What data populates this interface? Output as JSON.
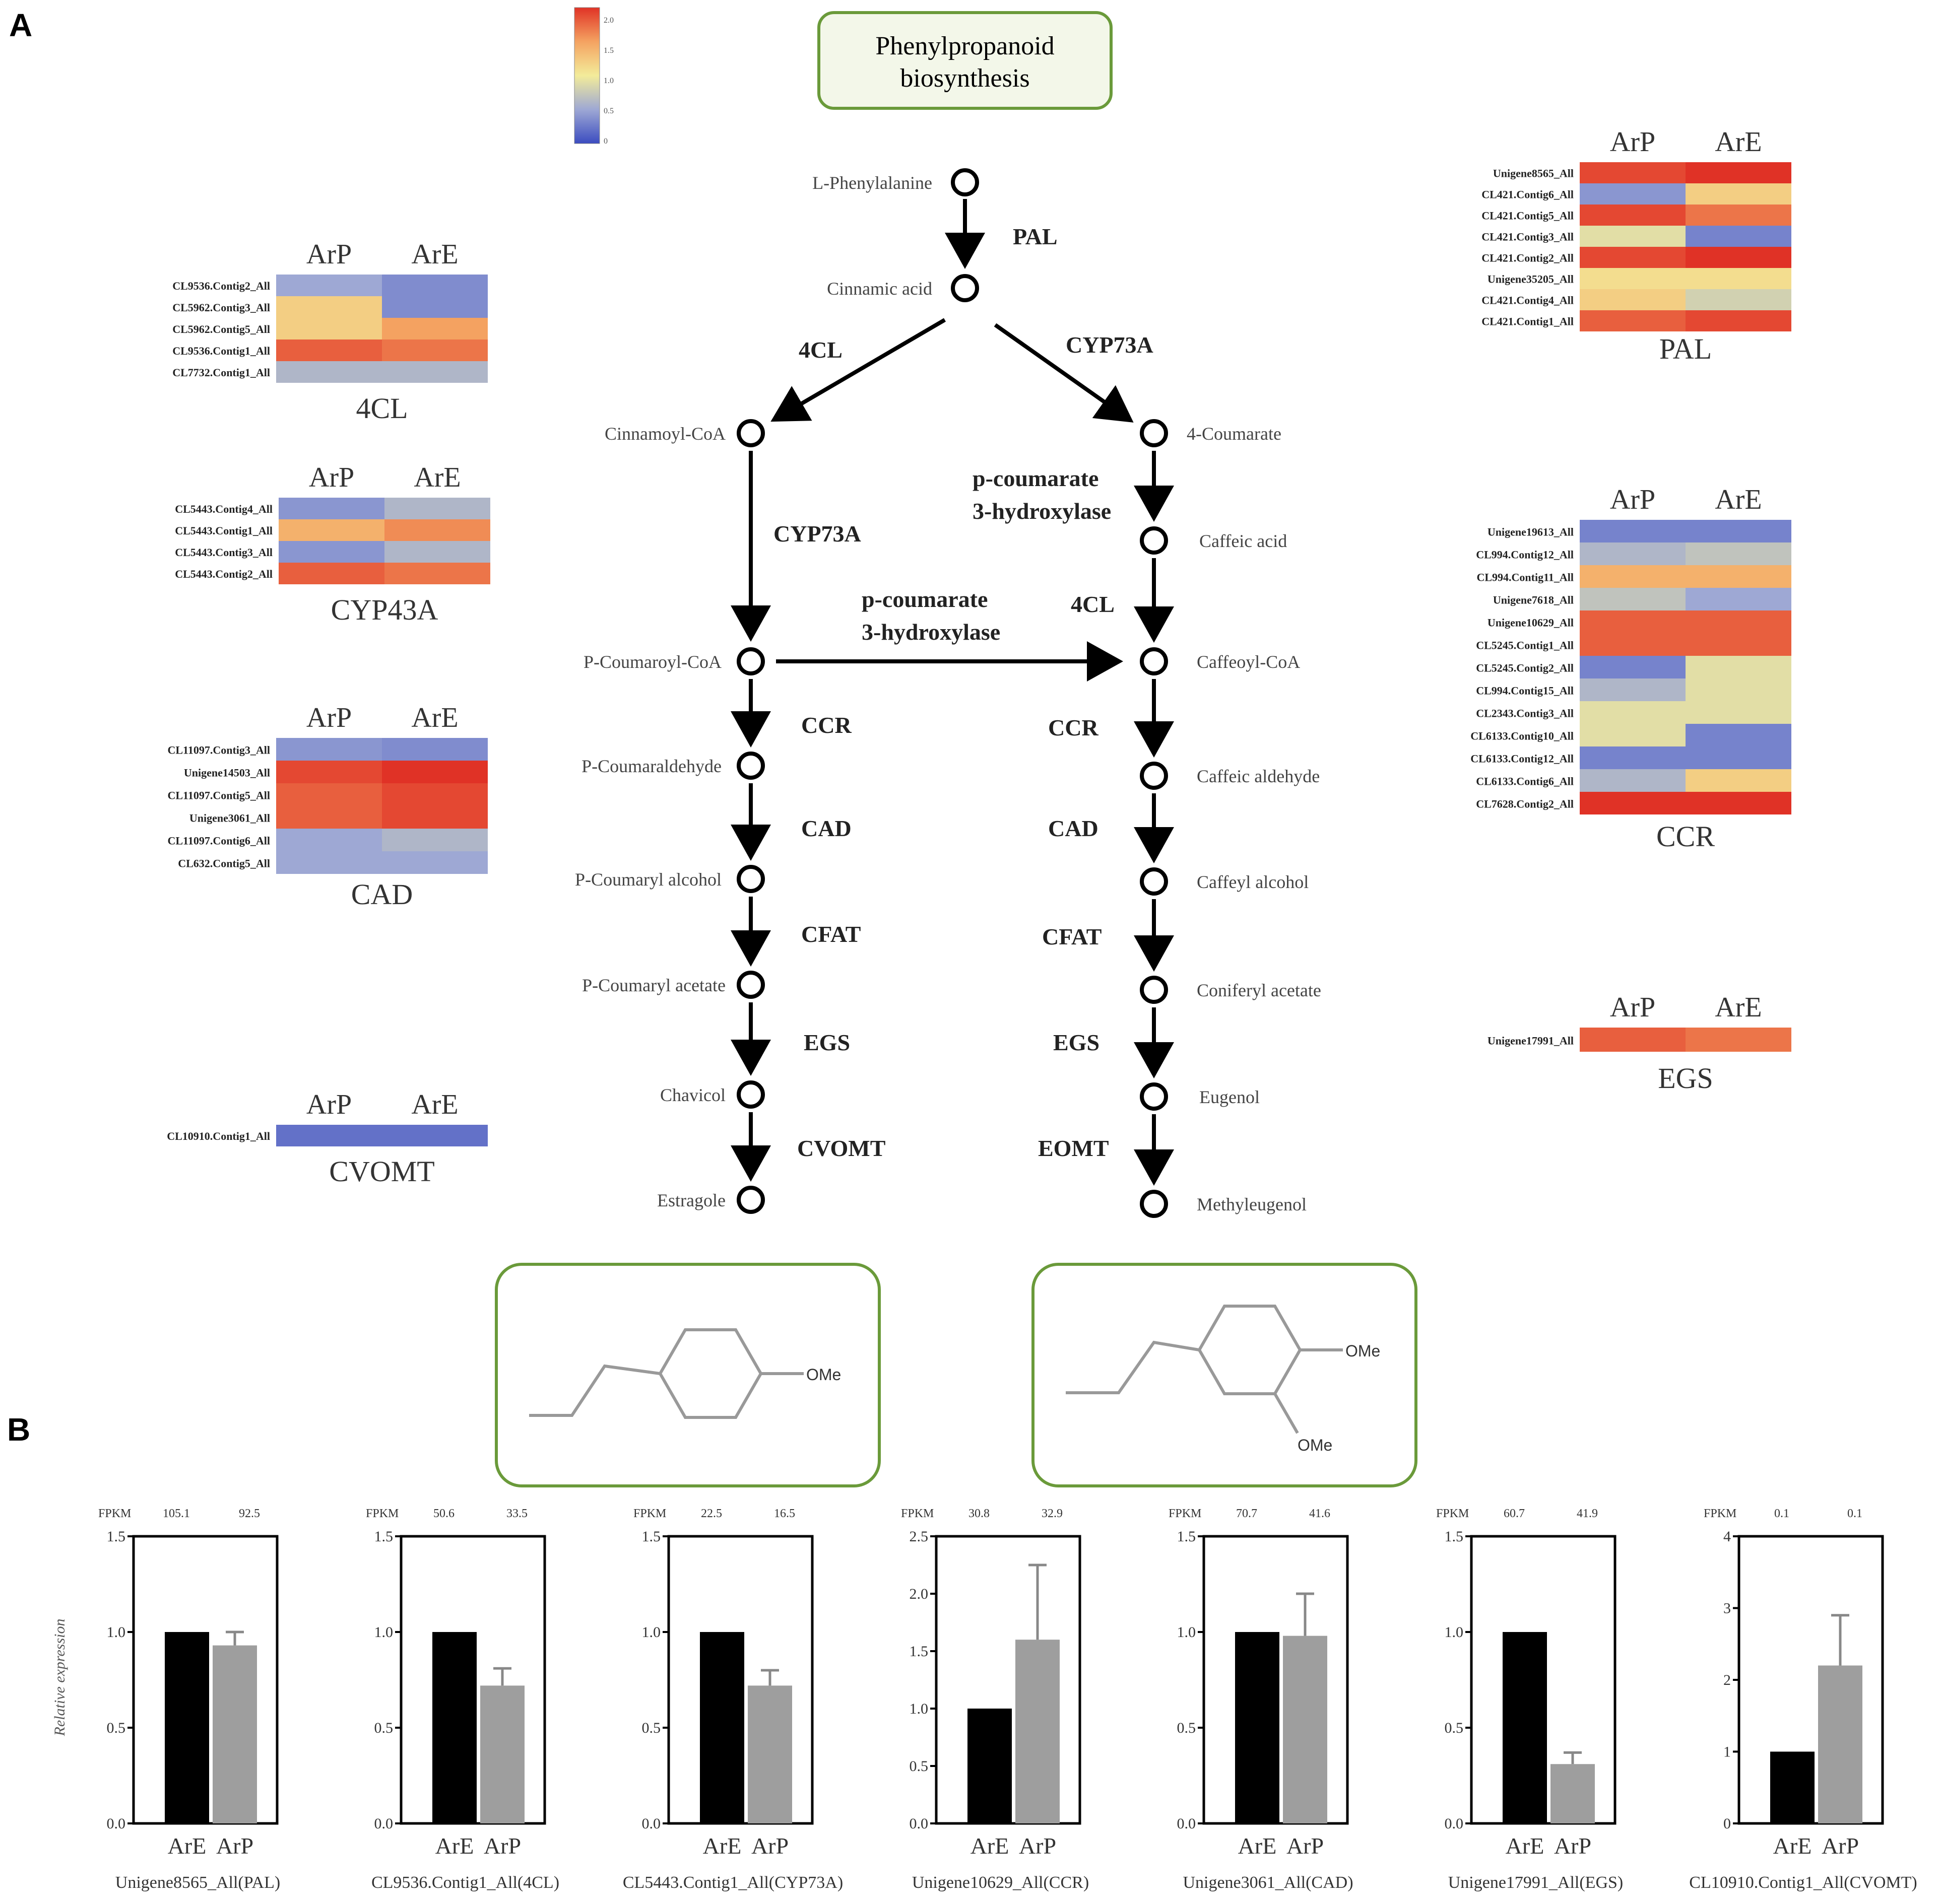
{
  "panel_labels": [
    "A",
    "B"
  ],
  "title": [
    "Phenylpropanoid",
    "biosynthesis"
  ],
  "colorbar": {
    "ticks": [
      "2.0",
      "1.5",
      "1.0",
      "0.5",
      "0"
    ]
  },
  "pathway": {
    "top": [
      "L-Phenylalanine",
      "Cinnamic acid"
    ],
    "left": [
      "Cinnamoyl-CoA",
      "P-Coumaroyl-CoA",
      "P-Coumaraldehyde",
      "P-Coumaryl alcohol",
      "P-Coumaryl acetate",
      "Chavicol",
      "Estragole"
    ],
    "right": [
      "4-Coumarate",
      "Caffeic acid",
      "Caffeoyl-CoA",
      "Caffeic aldehyde",
      "Caffeyl alcohol",
      "Coniferyl acetate",
      "Eugenol",
      "Methyleugenol"
    ],
    "enzymes": {
      "pal": "PAL",
      "c4cl_top": "4CL",
      "cyp73a_top": "CYP73A",
      "cyp73a_left": "CYP73A",
      "p3h_right": [
        "p-coumarate",
        "3-hydroxylase"
      ],
      "c4cl_right": "4CL",
      "p3h_mid": [
        "p-coumarate",
        "3-hydroxylase"
      ],
      "ccr_left": "CCR",
      "cad_left": "CAD",
      "cfat_left": "CFAT",
      "egs_left": "EGS",
      "cvomt": "CVOMT",
      "ccr_right": "CCR",
      "cad_right": "CAD",
      "cfat_right": "CFAT",
      "egs_right": "EGS",
      "eomt": "EOMT"
    },
    "structure_labels": {
      "left": "OMe",
      "right_a": "OMe",
      "right_b": "OMe"
    }
  },
  "heatmap_cols": [
    "ArP",
    "ArE"
  ],
  "heatmaps": [
    {
      "id": "4cl",
      "title": "4CL",
      "rows": [
        "CL9536.Contig2_All",
        "CL5962.Contig3_All",
        "CL5962.Contig5_All",
        "CL9536.Contig1_All",
        "CL7732.Contig1_All"
      ],
      "values": [
        [
          0.5,
          0.35
        ],
        [
          1.2,
          0.35
        ],
        [
          1.2,
          1.5
        ],
        [
          1.8,
          1.7
        ],
        [
          0.6,
          0.6
        ]
      ]
    },
    {
      "id": "cyp",
      "title": "CYP43A",
      "rows": [
        "CL5443.Contig4_All",
        "CL5443.Contig1_All",
        "CL5443.Contig3_All",
        "CL5443.Contig2_All"
      ],
      "values": [
        [
          0.4,
          0.6
        ],
        [
          1.4,
          1.6
        ],
        [
          0.4,
          0.6
        ],
        [
          1.8,
          1.7
        ]
      ]
    },
    {
      "id": "cad",
      "title": "CAD",
      "rows": [
        "CL11097.Contig3_All",
        "Unigene14503_All",
        "CL11097.Contig5_All",
        "Unigene3061_All",
        "CL11097.Contig6_All",
        "CL632.Contig5_All"
      ],
      "values": [
        [
          0.4,
          0.35
        ],
        [
          1.9,
          2.0
        ],
        [
          1.8,
          1.9
        ],
        [
          1.8,
          1.9
        ],
        [
          0.5,
          0.6
        ],
        [
          0.5,
          0.5
        ]
      ]
    },
    {
      "id": "cvomt",
      "title": "CVOMT",
      "rows": [
        "CL10910.Contig1_All"
      ],
      "values": [
        [
          0.2,
          0.2
        ]
      ]
    },
    {
      "id": "pal",
      "title": "PAL",
      "rows": [
        "Unigene8565_All",
        "CL421.Contig6_All",
        "CL421.Contig5_All",
        "CL421.Contig3_All",
        "CL421.Contig2_All",
        "Unigene35205_All",
        "CL421.Contig4_All",
        "CL421.Contig1_All"
      ],
      "values": [
        [
          1.9,
          2.0
        ],
        [
          0.4,
          1.2
        ],
        [
          1.9,
          1.7
        ],
        [
          0.9,
          0.3
        ],
        [
          1.9,
          2.0
        ],
        [
          1.1,
          1.1
        ],
        [
          1.2,
          0.8
        ],
        [
          1.8,
          1.9
        ]
      ]
    },
    {
      "id": "ccr",
      "title": "CCR",
      "rows": [
        "Unigene19613_All",
        "CL994.Contig12_All",
        "CL994.Contig11_All",
        "Unigene7618_All",
        "Unigene10629_All",
        "CL5245.Contig1_All",
        "CL5245.Contig2_All",
        "CL994.Contig15_All",
        "CL2343.Contig3_All",
        "CL6133.Contig10_All",
        "CL6133.Contig12_All",
        "CL6133.Contig6_All",
        "CL7628.Contig2_All"
      ],
      "values": [
        [
          0.3,
          0.3
        ],
        [
          0.6,
          0.7
        ],
        [
          1.4,
          1.4
        ],
        [
          0.7,
          0.5
        ],
        [
          1.8,
          1.8
        ],
        [
          1.8,
          1.8
        ],
        [
          0.3,
          0.9
        ],
        [
          0.6,
          0.9
        ],
        [
          0.9,
          0.9
        ],
        [
          0.9,
          0.3
        ],
        [
          0.3,
          0.3
        ],
        [
          0.6,
          1.2
        ],
        [
          2.0,
          2.0
        ]
      ]
    },
    {
      "id": "egs",
      "title": "EGS",
      "rows": [
        "Unigene17991_All"
      ],
      "values": [
        [
          1.8,
          1.7
        ]
      ]
    }
  ],
  "bar_panels": {
    "ylabel": "Relative expression",
    "fpkm_label": "FPKM",
    "categories": [
      "ArE",
      "ArP"
    ],
    "panels": [
      {
        "label": "Unigene8565_All(PAL)",
        "fpkm": [
          "105.1",
          "92.5"
        ]
      },
      {
        "label": "CL9536.Contig1_All(4CL)",
        "fpkm": [
          "50.6",
          "33.5"
        ]
      },
      {
        "label": "CL5443.Contig1_All(CYP73A)",
        "fpkm": [
          "22.5",
          "16.5"
        ]
      },
      {
        "label": "Unigene10629_All(CCR)",
        "fpkm": [
          "30.8",
          "32.9"
        ]
      },
      {
        "label": "Unigene3061_All(CAD)",
        "fpkm": [
          "70.7",
          "41.6"
        ]
      },
      {
        "label": "Unigene17991_All(EGS)",
        "fpkm": [
          "60.7",
          "41.9"
        ]
      },
      {
        "label": "CL10910.Contig1_All(CVOMT)",
        "fpkm": [
          "0.1",
          "0.1"
        ]
      }
    ]
  },
  "chart_data": [
    {
      "type": "bar",
      "categories": [
        "ArE",
        "ArP"
      ],
      "values": [
        1.0,
        0.93
      ],
      "errors": [
        0,
        0.07
      ],
      "ylim": [
        0,
        1.5
      ],
      "yticks": [
        "0.0",
        "0.5",
        "1.0",
        "1.5"
      ],
      "xlabel": "Unigene8565_All(PAL)",
      "ylabel": "Relative expression"
    },
    {
      "type": "bar",
      "categories": [
        "ArE",
        "ArP"
      ],
      "values": [
        1.0,
        0.72
      ],
      "errors": [
        0,
        0.09
      ],
      "ylim": [
        0,
        1.5
      ],
      "yticks": [
        "0.0",
        "0.5",
        "1.0",
        "1.5"
      ],
      "xlabel": "CL9536.Contig1_All(4CL)"
    },
    {
      "type": "bar",
      "categories": [
        "ArE",
        "ArP"
      ],
      "values": [
        1.0,
        0.72
      ],
      "errors": [
        0,
        0.08
      ],
      "ylim": [
        0,
        1.5
      ],
      "yticks": [
        "0.0",
        "0.5",
        "1.0",
        "1.5"
      ],
      "xlabel": "CL5443.Contig1_All(CYP73A)"
    },
    {
      "type": "bar",
      "categories": [
        "ArE",
        "ArP"
      ],
      "values": [
        1.0,
        1.6
      ],
      "errors": [
        0,
        0.65
      ],
      "ylim": [
        0,
        2.5
      ],
      "yticks": [
        "0.0",
        "0.5",
        "1.0",
        "1.5",
        "2.0",
        "2.5"
      ],
      "xlabel": "Unigene10629_All(CCR)"
    },
    {
      "type": "bar",
      "categories": [
        "ArE",
        "ArP"
      ],
      "values": [
        1.0,
        0.98
      ],
      "errors": [
        0,
        0.22
      ],
      "ylim": [
        0,
        1.5
      ],
      "yticks": [
        "0.0",
        "0.5",
        "1.0",
        "1.5"
      ],
      "xlabel": "Unigene3061_All(CAD)"
    },
    {
      "type": "bar",
      "categories": [
        "ArE",
        "ArP"
      ],
      "values": [
        1.0,
        0.31
      ],
      "errors": [
        0,
        0.06
      ],
      "ylim": [
        0,
        1.5
      ],
      "yticks": [
        "0.0",
        "0.5",
        "1.0",
        "1.5"
      ],
      "xlabel": "Unigene17991_All(EGS)"
    },
    {
      "type": "bar",
      "categories": [
        "ArE",
        "ArP"
      ],
      "values": [
        1.0,
        2.2
      ],
      "errors": [
        0,
        0.7
      ],
      "ylim": [
        0,
        4
      ],
      "yticks": [
        "0",
        "1",
        "2",
        "3",
        "4"
      ],
      "xlabel": "CL10910.Contig1_All(CVOMT)"
    }
  ]
}
